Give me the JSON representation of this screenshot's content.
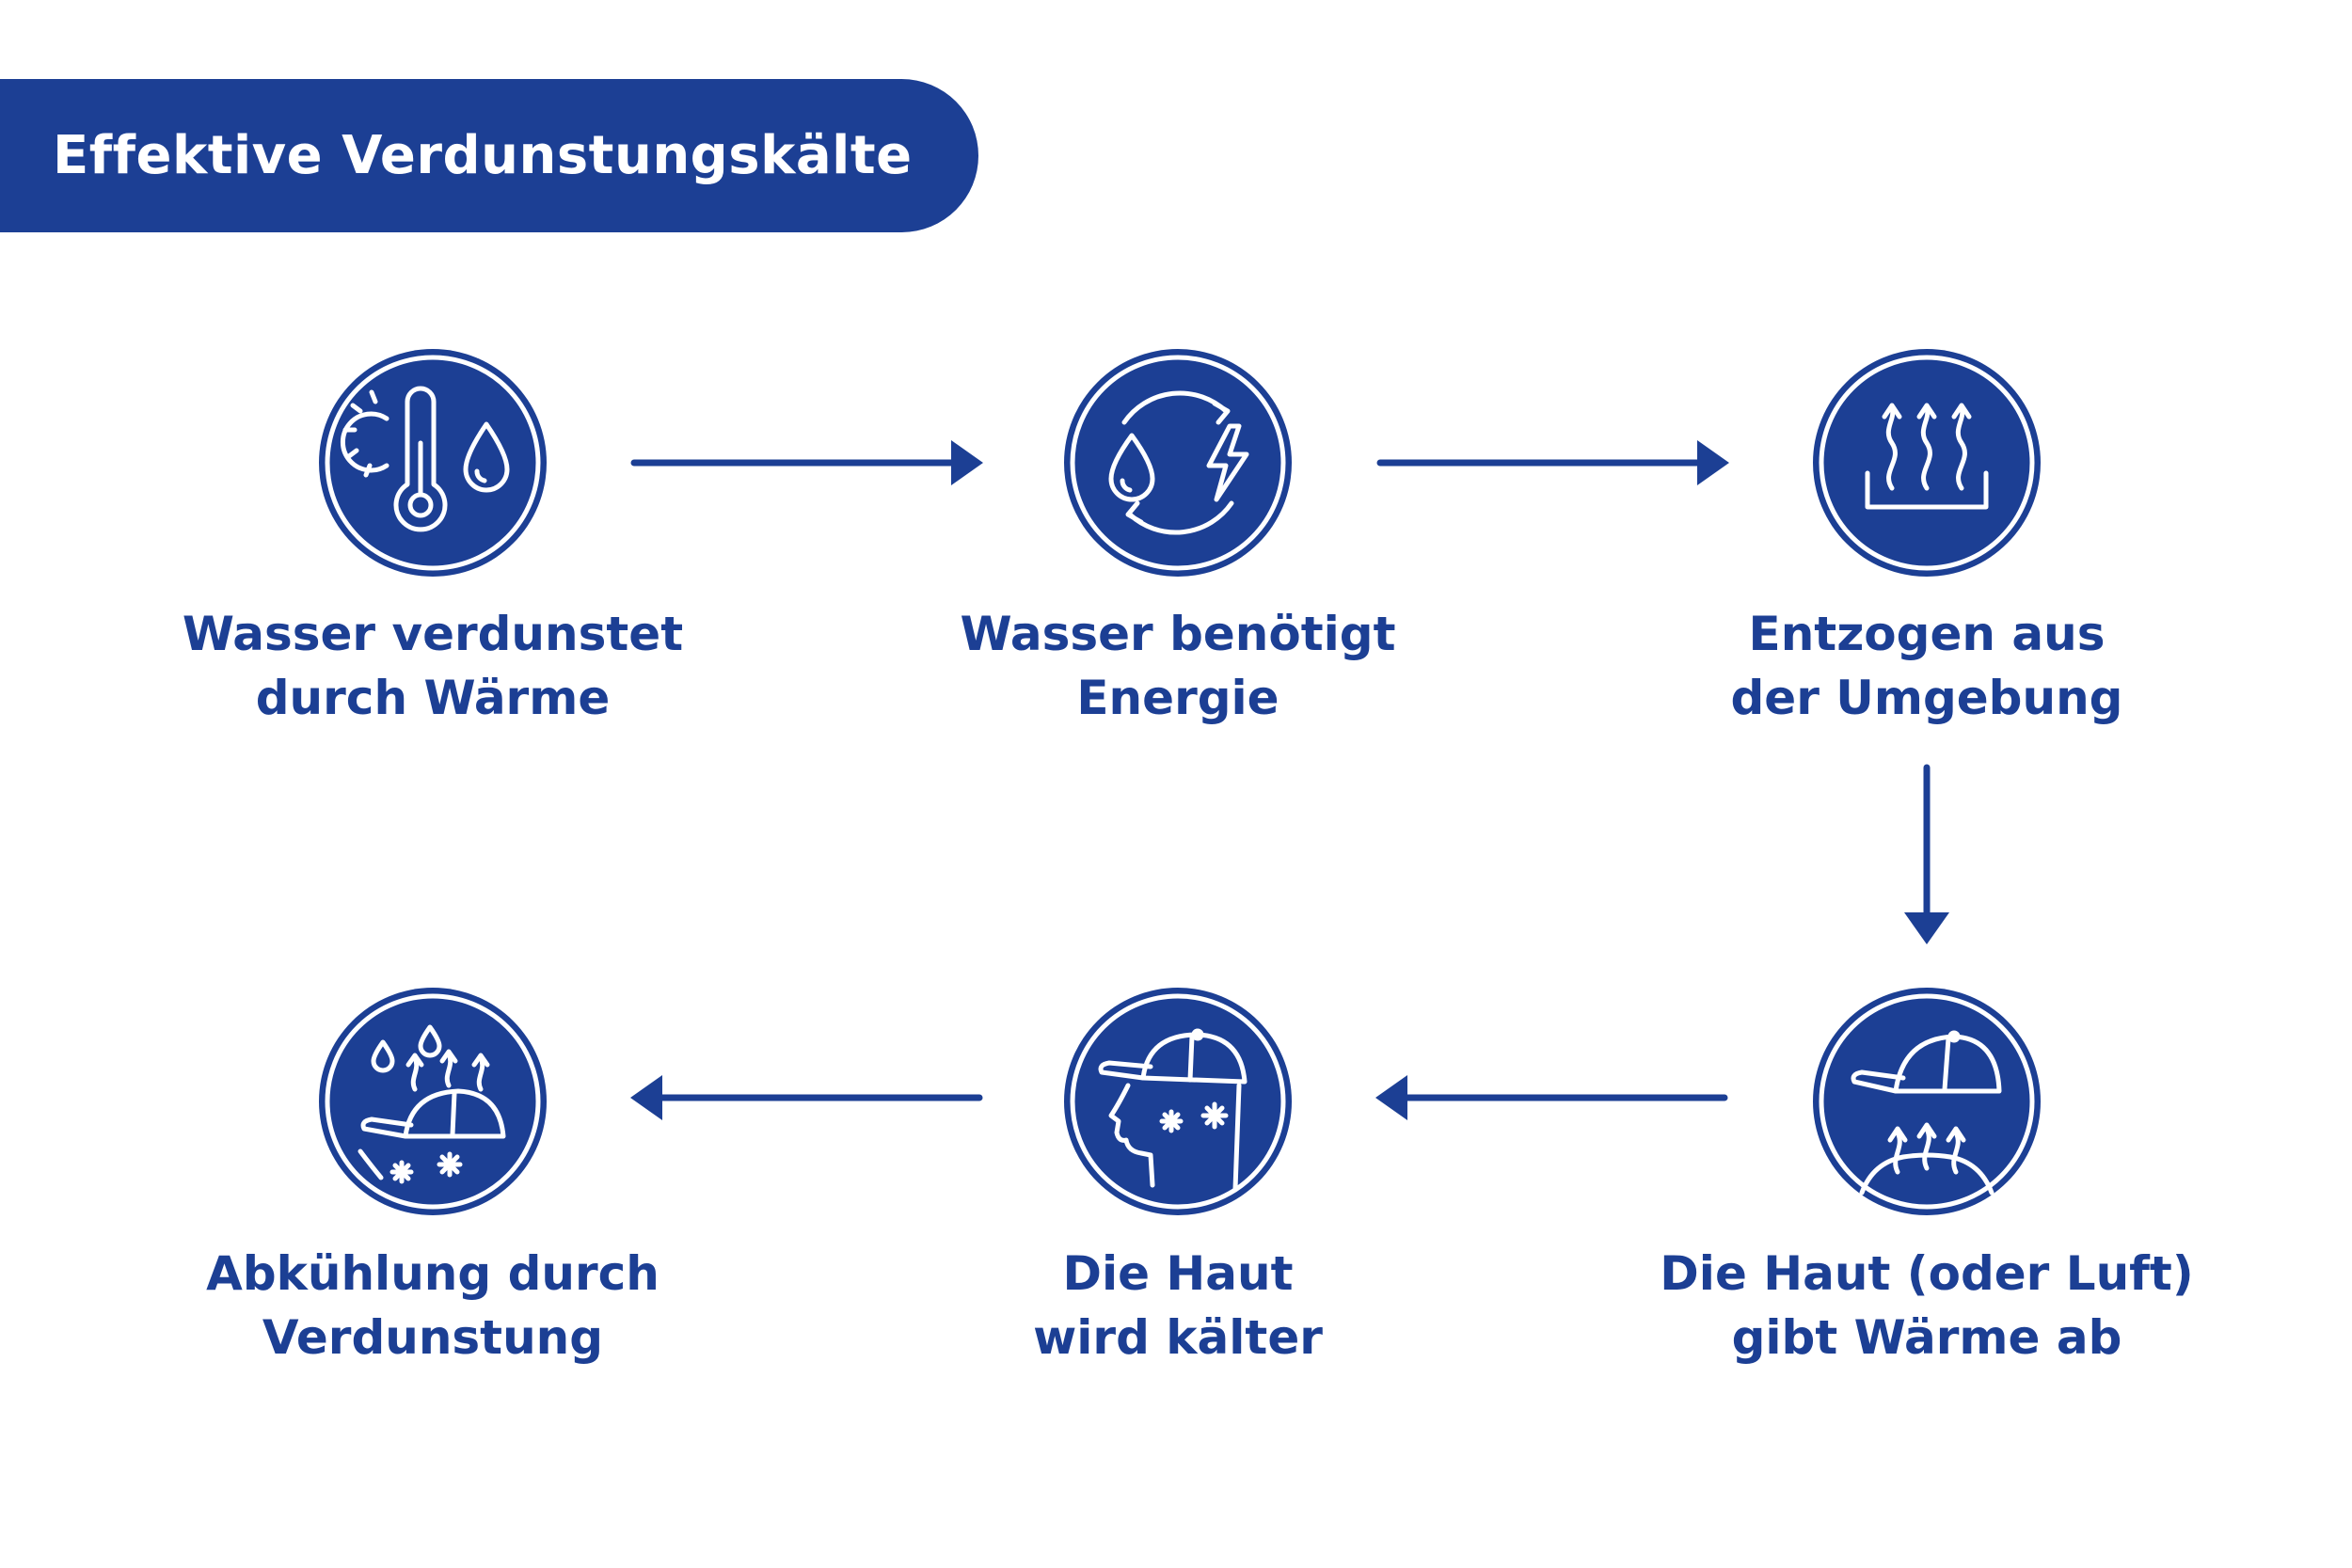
{
  "title": "Effektive Verdunstungskälte",
  "colors": {
    "primary": "#1c3f94",
    "background": "#ffffff"
  },
  "steps": [
    {
      "icon": "thermometer-sun-water-drop-icon",
      "line1": "Wasser verdunstet",
      "line2": "durch Wärme"
    },
    {
      "icon": "water-energy-cycle-icon",
      "line1": "Wasser benötigt",
      "line2": "Energie"
    },
    {
      "icon": "heat-rising-surface-icon",
      "line1": "Entzogen aus",
      "line2": "der Umgebung"
    },
    {
      "icon": "head-heat-release-icon",
      "line1": "Die Haut (oder Luft)",
      "line2": "gibt Wärme ab"
    },
    {
      "icon": "face-cold-skin-icon",
      "line1": "Die Haut",
      "line2": "wird kälter"
    },
    {
      "icon": "head-cooling-evaporation-icon",
      "line1": "Abkühlung durch",
      "line2": "Verdunstung"
    }
  ]
}
